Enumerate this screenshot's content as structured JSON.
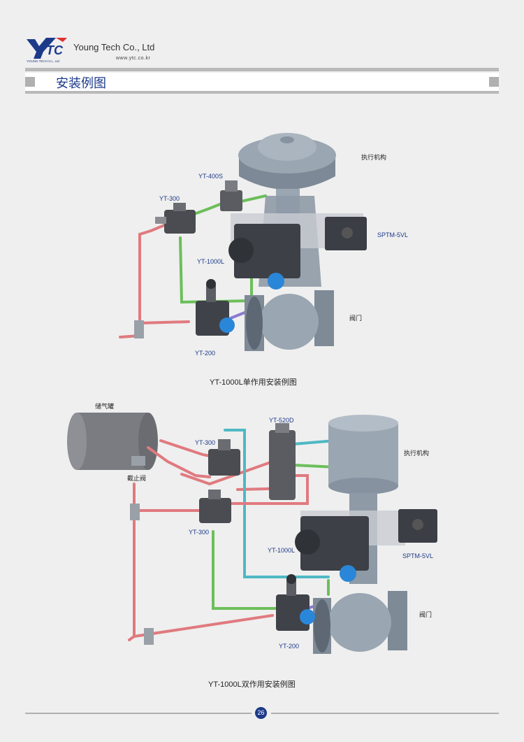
{
  "header": {
    "logo_text": "YTC",
    "logo_sub": "YOUNG TECH Co., Ltd",
    "company": "Young Tech Co., Ltd",
    "website": "www.ytc.co.kr",
    "section_title": "安装例图"
  },
  "figure1": {
    "caption": "YT-1000L单作用安装例图",
    "labels": {
      "yt400s": "YT-400S",
      "yt300": "YT-300",
      "actuator": "执行机构",
      "sptm": "SPTM-5VL",
      "yt1000l": "YT-1000L",
      "valve": "阀门",
      "yt200": "YT-200"
    }
  },
  "figure2": {
    "caption": "YT-1000L双作用安装例图",
    "labels": {
      "tank": "储气罐",
      "yt520d": "YT-520D",
      "yt300_top": "YT-300",
      "actuator": "执行机构",
      "shutoff": "截止阀",
      "yt300_bottom": "YT-300",
      "sptm": "SPTM-5VL",
      "yt1000l": "YT-1000L",
      "valve": "阀门",
      "yt200": "YT-200"
    }
  },
  "footer": {
    "page_number": "26"
  },
  "colors": {
    "brand_blue": "#1d3a8a",
    "pipe_red": "#e07a7f",
    "pipe_green": "#6cbf5a",
    "pipe_cyan": "#4fb8c4",
    "pipe_purple": "#8a7ad0"
  }
}
